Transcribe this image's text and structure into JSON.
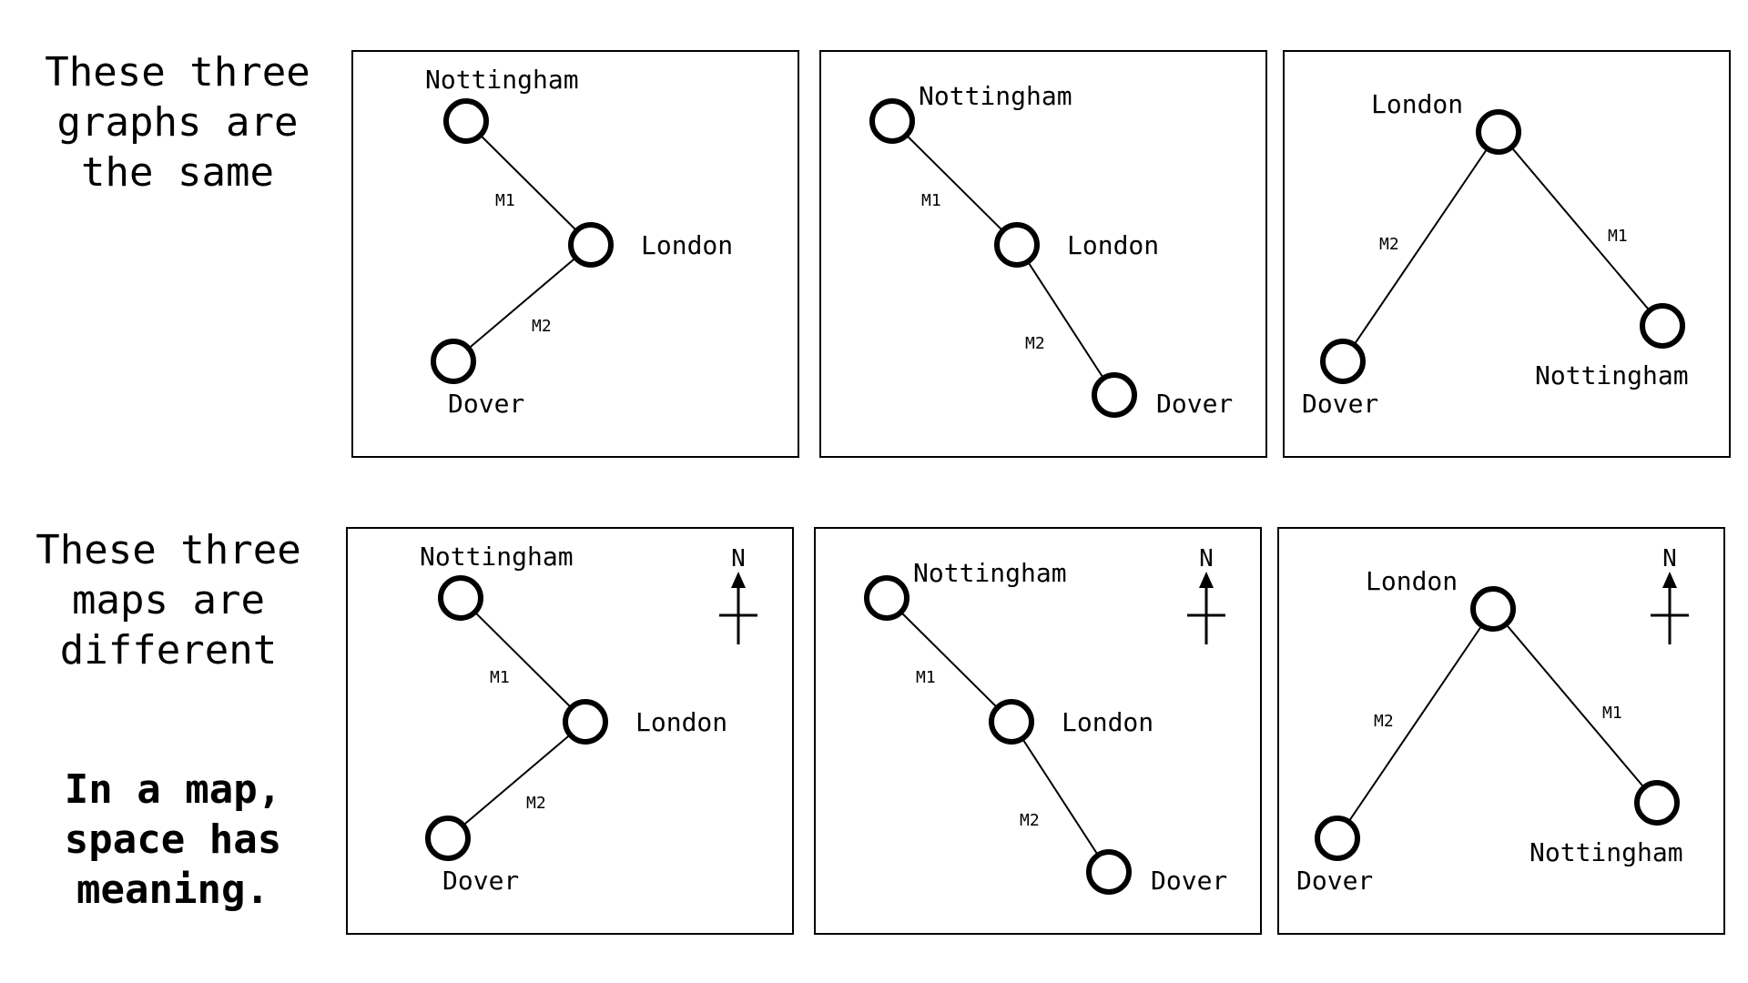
{
  "captions": {
    "graphs": [
      "These three",
      "graphs are",
      "the same"
    ],
    "maps": [
      "These three",
      "maps are",
      "different"
    ],
    "moral": [
      "In a map,",
      "space has",
      "meaning."
    ]
  },
  "road_labels": {
    "m1": "M1",
    "m2": "M2"
  },
  "north_label": "N",
  "cities": {
    "nottingham": "Nottingham",
    "london": "London",
    "dover": "Dover"
  },
  "panels": [
    {
      "kind": "graph",
      "layout": "A"
    },
    {
      "kind": "graph",
      "layout": "B"
    },
    {
      "kind": "graph",
      "layout": "C"
    },
    {
      "kind": "map",
      "layout": "A"
    },
    {
      "kind": "map",
      "layout": "B"
    },
    {
      "kind": "map",
      "layout": "C"
    }
  ],
  "edges": [
    {
      "road": "m1",
      "from": "nottingham",
      "to": "london"
    },
    {
      "road": "m2",
      "from": "london",
      "to": "dover"
    }
  ]
}
